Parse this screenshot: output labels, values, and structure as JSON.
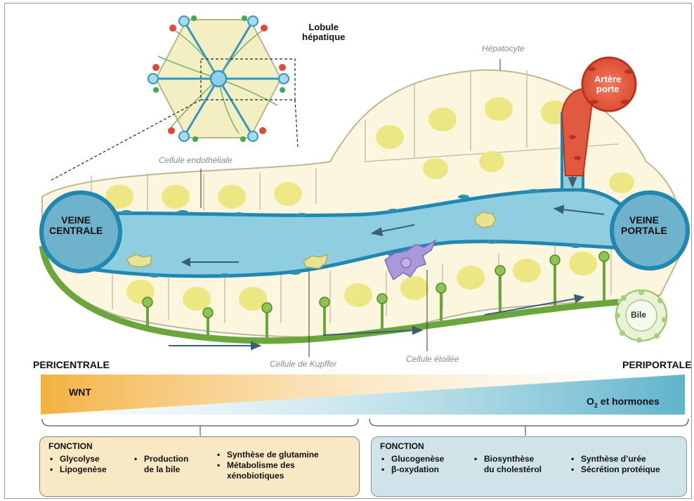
{
  "labels": {
    "lobule": [
      "Lobule",
      "hépatique"
    ],
    "hepatocyte": "Hépatocyte",
    "arteriole": [
      "Artère",
      "porte"
    ],
    "endothelial": "Cellule endothéliale",
    "central_vein": [
      "VEINE",
      "CENTRALE"
    ],
    "portal_vein": [
      "VEINE",
      "PORTALE"
    ],
    "bile": "Bile",
    "pericentral": "PERICENTRALE",
    "periportal": "PERIPORTALE",
    "kupffer": "Cellule de Kupffer",
    "stellate": "Cellule étoilée"
  },
  "gradient": {
    "wnt": "WNT",
    "o2_prefix": "O",
    "o2_sub": "2",
    "o2_suffix": " et hormones",
    "colors": {
      "wnt": "#f3b241",
      "o2": "#5fb4cc"
    }
  },
  "left_box": {
    "title": "FONCTION",
    "bullet": "•",
    "col1": [
      "Glycolyse",
      "Lipogenèse"
    ],
    "col2": [
      "Production",
      "de la bile"
    ],
    "col3": [
      "Synthèse de glutamine",
      "Métabolisme des",
      "xénobiotiques"
    ],
    "color": "#f8e9c4"
  },
  "right_box": {
    "title": "FONCTION",
    "bullet": "•",
    "col1": [
      "Glucogenèse",
      "β-oxydation"
    ],
    "col2": [
      "Biosynthèse",
      "du cholestérol"
    ],
    "col3": [
      "Synthèse d’urée",
      "Sécrétion protéique"
    ],
    "color": "#cfe3e8"
  }
}
